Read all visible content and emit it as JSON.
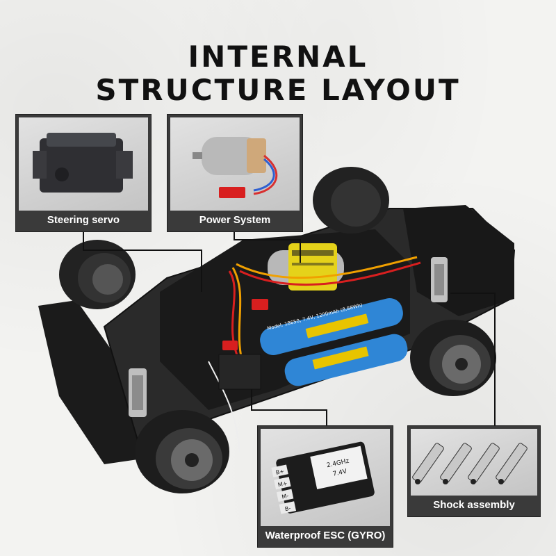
{
  "title": {
    "line1": "INTERNAL",
    "line2": "STRUCTURE LAYOUT"
  },
  "callouts": {
    "steering_servo": {
      "label": "Steering servo",
      "icon": "servo-icon"
    },
    "power_system": {
      "label": "Power System",
      "icon": "motor-icon"
    },
    "waterproof_esc": {
      "label": "Waterproof ESC (GYRO)",
      "icon": "esc-icon"
    },
    "shock_assembly": {
      "label": "Shock assembly",
      "icon": "shock-icon"
    }
  },
  "battery": {
    "spec": "Model: 18650, 7.4V, 1200mAh (8.88Wh)"
  },
  "esc_module": {
    "freq": "2.4GHz",
    "voltage": "7.4V",
    "pins": [
      "B+",
      "M+",
      "M-",
      "B-"
    ]
  },
  "colors": {
    "callout_bg": "#3a3a3a",
    "battery_blue": "#2f86d6",
    "battery_yellow": "#e8c400",
    "wire_red": "#d81f1f",
    "wire_orange": "#f0a000"
  }
}
